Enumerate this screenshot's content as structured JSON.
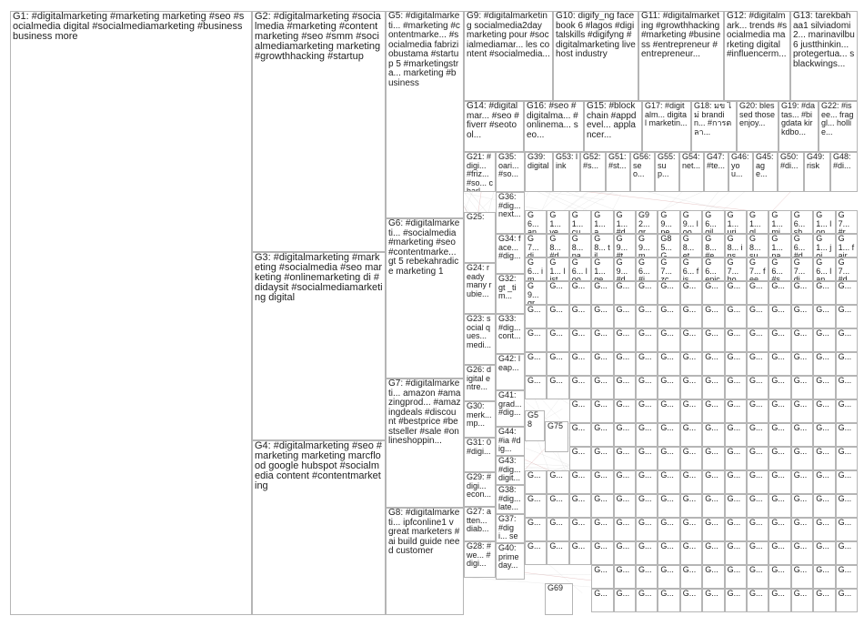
{
  "groups": [
    {
      "id": "G1",
      "label": "G1: #digitalmarketing #marketing marketing #seo #socialmedia digital #socialmediamarketing #business business more",
      "color": "#2a3c9c",
      "kind": "grid"
    },
    {
      "id": "G2",
      "label": "G2: #digitalmarketing #socialmedia #marketing #contentmarketing #seo #smm #socialmediamarketing marketing #growthhacking #startup",
      "color": "#2f7fc1",
      "kind": "cluster"
    },
    {
      "id": "G3",
      "label": "G3: #digitalmarketing #marketing #socialmedia #seo marketing #onlinemarketing di #didaysit #socialmediamarketing digital",
      "color": "#2f6b3a",
      "kind": "cluster"
    },
    {
      "id": "G4",
      "label": "G4: #digitalmarketing #seo #marketing marketing marcflood google hubspot #socialmedia content #contentmarketing",
      "color": "#2e8b2e",
      "kind": "cluster"
    },
    {
      "id": "G5",
      "label": "G5: #digitalmarketi... #marketing #contentmarke... #socialmedia fabriziobustama #startup 5 #marketingstra... marketing #business",
      "color": "#c0392b",
      "kind": "cluster"
    },
    {
      "id": "G6",
      "label": "G6: #digitalmarketi... #socialmedia #marketing #seo #contentmarke... gt 5 rebekahradice marketing 1",
      "color": "#8a9a5b",
      "kind": "cluster"
    },
    {
      "id": "G7",
      "label": "G7: #digitalmarketi... amazon #amazingprod... #amazingdeals #discount #bestprice #bestseller #sale #onlineshoppin...",
      "color": "#7d6b4e",
      "kind": "cluster"
    },
    {
      "id": "G8",
      "label": "G8: #digitalmarketi... ipfconline1 v great marketers #ai build guide need customer",
      "color": "#556b2f",
      "kind": "cluster"
    },
    {
      "id": "G9",
      "label": "G9: #digitalmarketing socialmedia2day marketing pour #socialmediamar... les content #socialmedia...",
      "color": "#6b5b95",
      "kind": "small"
    },
    {
      "id": "G10",
      "label": "G10: digify_ng facebook 6 #lagos #digitalskills #digifyng #digitalmarketing live host industry",
      "color": "#9b59b6",
      "kind": "small"
    },
    {
      "id": "G11",
      "label": "G11: #digitalmarketing #growthhacking #marketing #business #entrepreneur #entrepreneur...",
      "color": "#3b5998",
      "kind": "small"
    },
    {
      "id": "G12",
      "label": "G12: #digitalmark... trends #socialmedia marketing digital #influencerm...",
      "color": "#2e86ab",
      "kind": "small"
    },
    {
      "id": "G13",
      "label": "G13: tarekbahaa1 silviadomi2... marinavilbu6 justthinkin... protegertua... sblackwings...",
      "color": "#a23b72",
      "kind": "small"
    },
    {
      "id": "G14",
      "label": "G14: #digitalmar... #seo #fiverr #seotool...",
      "color": "#2e4057",
      "kind": "small"
    },
    {
      "id": "G16",
      "label": "G16: #seo #digitalma... #onlinema... seo...",
      "color": "#4a6fa5",
      "kind": "small"
    },
    {
      "id": "G15",
      "label": "G15: #blockchain #appdevel... applancer...",
      "color": "#5d8aa8",
      "kind": "small"
    },
    {
      "id": "G17",
      "label": "G17: #digitalm... digital marketin...",
      "color": "#7b68ee",
      "kind": "small"
    },
    {
      "id": "G18",
      "label": "G18: มข ไม่ brandin... #การตลา...",
      "color": "#c71585",
      "kind": "small"
    },
    {
      "id": "G20",
      "label": "G20: blessed those enjoy...",
      "color": "#228b22",
      "kind": "small"
    },
    {
      "id": "G19",
      "label": "G19: #datas... #bigdata kirkdbo...",
      "color": "#4169e1",
      "kind": "small"
    },
    {
      "id": "G22",
      "label": "G22: #isee... fraggl... hollie...",
      "color": "#b22222",
      "kind": "small"
    },
    {
      "id": "G21",
      "label": "G21: #digi... #friz... #so... charl...",
      "color": "#8b4513",
      "kind": "small"
    },
    {
      "id": "G35",
      "label": "G35: oari... #so...",
      "color": "#6a5acd",
      "kind": "small"
    },
    {
      "id": "G39",
      "label": "G39: digital",
      "color": "#20b2aa",
      "kind": "small"
    },
    {
      "id": "G53",
      "label": "G53: link",
      "color": "#cd5c5c",
      "kind": "small"
    },
    {
      "id": "G52",
      "label": "G52: #s...",
      "color": "#008080",
      "kind": "small"
    },
    {
      "id": "G51",
      "label": "G51: #st...",
      "color": "#9932cc",
      "kind": "small"
    },
    {
      "id": "G56",
      "label": "G56: seo...",
      "color": "#ff8c00",
      "kind": "small"
    },
    {
      "id": "G55",
      "label": "G55: sup...",
      "color": "#2f4f4f",
      "kind": "small"
    },
    {
      "id": "G54",
      "label": "G54: net...",
      "color": "#8fbc8f",
      "kind": "small"
    },
    {
      "id": "G47",
      "label": "G47: #te...",
      "color": "#483d8b",
      "kind": "small"
    },
    {
      "id": "G46",
      "label": "G46: you...",
      "color": "#bc8f8f",
      "kind": "small"
    },
    {
      "id": "G45",
      "label": "G45: age...",
      "color": "#4682b4",
      "kind": "small"
    },
    {
      "id": "G50",
      "label": "G50: #di...",
      "color": "#d2691e",
      "kind": "small"
    },
    {
      "id": "G49",
      "label": "G49: risk",
      "color": "#6495ed",
      "kind": "small"
    },
    {
      "id": "G48",
      "label": "G48: #di...",
      "color": "#dc143c",
      "kind": "small"
    },
    {
      "id": "G36",
      "label": "G36: #dig... next...",
      "color": "#00ced1",
      "kind": "small"
    },
    {
      "id": "G25",
      "label": "G25:",
      "color": "#1e90ff",
      "kind": "small"
    },
    {
      "id": "G34",
      "label": "G34: face... #dig...",
      "color": "#b8860b",
      "kind": "small"
    },
    {
      "id": "G24",
      "label": "G24: ready many rubie...",
      "color": "#556b2f",
      "kind": "small"
    },
    {
      "id": "G32",
      "label": "G32: gt _tim...",
      "color": "#8b008b",
      "kind": "small"
    },
    {
      "id": "G23",
      "label": "G23: social ques... medi...",
      "color": "#ff4500",
      "kind": "small"
    },
    {
      "id": "G33",
      "label": "G33: #dig... cont...",
      "color": "#2e8b57",
      "kind": "small"
    },
    {
      "id": "G26",
      "label": "G26: digital entre...",
      "color": "#a0522d",
      "kind": "small"
    },
    {
      "id": "G42",
      "label": "G42: leap...",
      "color": "#5f9ea0",
      "kind": "small"
    },
    {
      "id": "G41",
      "label": "G41: grad... #dig...",
      "color": "#7fff00",
      "kind": "small"
    },
    {
      "id": "G30",
      "label": "G30: merk... mp...",
      "color": "#d2b48c",
      "kind": "small"
    },
    {
      "id": "G44",
      "label": "G44: #ia #dig...",
      "color": "#9370db",
      "kind": "small"
    },
    {
      "id": "G31",
      "label": "G31: 0 #digi...",
      "color": "#3cb371",
      "kind": "small"
    },
    {
      "id": "G43",
      "label": "G43: #dig... digit...",
      "color": "#7b68ee",
      "kind": "small"
    },
    {
      "id": "G29",
      "label": "G29: #digi... econ...",
      "color": "#00fa9a",
      "kind": "small"
    },
    {
      "id": "G38",
      "label": "G38: #dig... late...",
      "color": "#48d1cc",
      "kind": "small"
    },
    {
      "id": "G27",
      "label": "G27: atten... diab...",
      "color": "#c71585",
      "kind": "small"
    },
    {
      "id": "G37",
      "label": "G37: #digi... sear...",
      "color": "#191970",
      "kind": "small"
    },
    {
      "id": "G28",
      "label": "G28: #we... #digi...",
      "color": "#808000",
      "kind": "small"
    },
    {
      "id": "G40",
      "label": "G40: prime day...",
      "color": "#6b8e23",
      "kind": "small"
    },
    {
      "id": "G69",
      "label": "G69",
      "color": "#ff6347",
      "kind": "small"
    },
    {
      "id": "G75",
      "label": "G75",
      "color": "#40e0d0",
      "kind": "small"
    },
    {
      "id": "G58",
      "label": "G58",
      "color": "#ee82ee",
      "kind": "small"
    }
  ],
  "minor_labels": [
    "G6... an...",
    "G1... ver...",
    "G1... cu...",
    "G1... aw...",
    "G1... #di...",
    "G92... gr...",
    "G9... ne...",
    "G9... loo...",
    "G6... gil...",
    "G1... uri...",
    "G1... glo...",
    "G1... mi...",
    "G6... sh...",
    "G1... lon...",
    "G7... #r...",
    "G7... dig...",
    "G8... #d...",
    "G8... pa...",
    "G8... til...",
    "G9... #th...",
    "G9... me...",
    "G85... G...",
    "G8... et...",
    "G8... #e...",
    "G8... ins...",
    "G8... sur...",
    "G1... nat...",
    "G6... #d...",
    "G1... joi...",
    "G1... fair...",
    "G6... im...",
    "G1... list...",
    "G6... loo...",
    "G1... ge...",
    "G9... #di...",
    "G6... #i...",
    "G7... zc...",
    "G6... fis...",
    "G6... epic",
    "G7... ho...",
    "G7... fee...",
    "G6... #st...",
    "G7... dig...",
    "G6... lan...",
    "G7... #di...",
    "G9... gr..."
  ],
  "tiny_box_label": "G...",
  "colors": {
    "edge": "#cfcfcf",
    "edge_dark": "#9a9a9a",
    "edge_red": "#c47a7a",
    "box_border": "#b5b5b5",
    "text": "#222222"
  }
}
